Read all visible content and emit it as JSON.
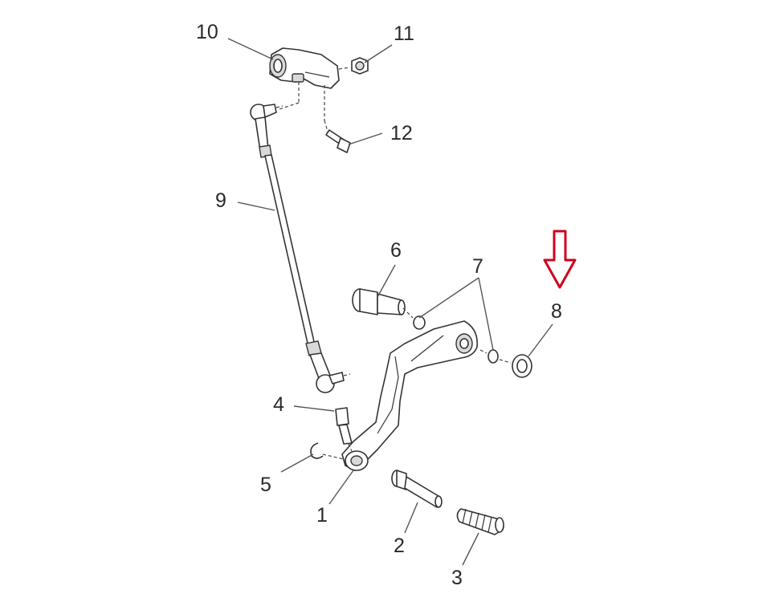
{
  "callouts": {
    "p1": "1",
    "p2": "2",
    "p3": "3",
    "p4": "4",
    "p5": "5",
    "p6": "6",
    "p7": "7",
    "p8": "8",
    "p9": "9",
    "p10": "10",
    "p11": "11",
    "p12": "12"
  },
  "colors": {
    "arrow": "#d0021b",
    "line": "#333333",
    "shade": "#d9d9d9"
  },
  "icons": {
    "pointer": "down-arrow-icon"
  }
}
